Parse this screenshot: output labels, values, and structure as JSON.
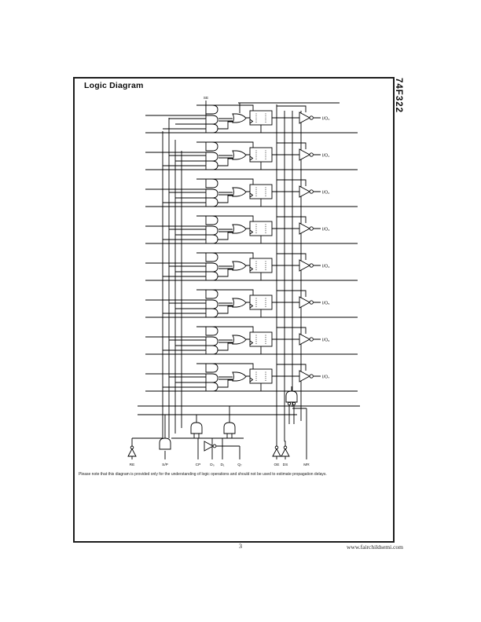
{
  "page": {
    "title": "Logic Diagram",
    "side_label": "74F322",
    "note": "Please note that this diagram is provided only for the understanding of logic operations and should not be used to estimate propagation delays.",
    "footer": {
      "page_number": "3",
      "website": "www.fairchildsemi.com"
    }
  },
  "diagram": {
    "type": "logic-schematic",
    "stages": 8,
    "io_labels": [
      "I/O₀",
      "I/O₁",
      "I/O₂",
      "I/O₃",
      "I/O₄",
      "I/O₅",
      "I/O₆",
      "I/O₇"
    ],
    "top_pin": "SE",
    "bottom_pins": [
      "RE",
      "S/P",
      "CP",
      "D₀",
      "D₁",
      "Q₇",
      "OE",
      "DS",
      "MR"
    ],
    "line_color": "#000000"
  }
}
